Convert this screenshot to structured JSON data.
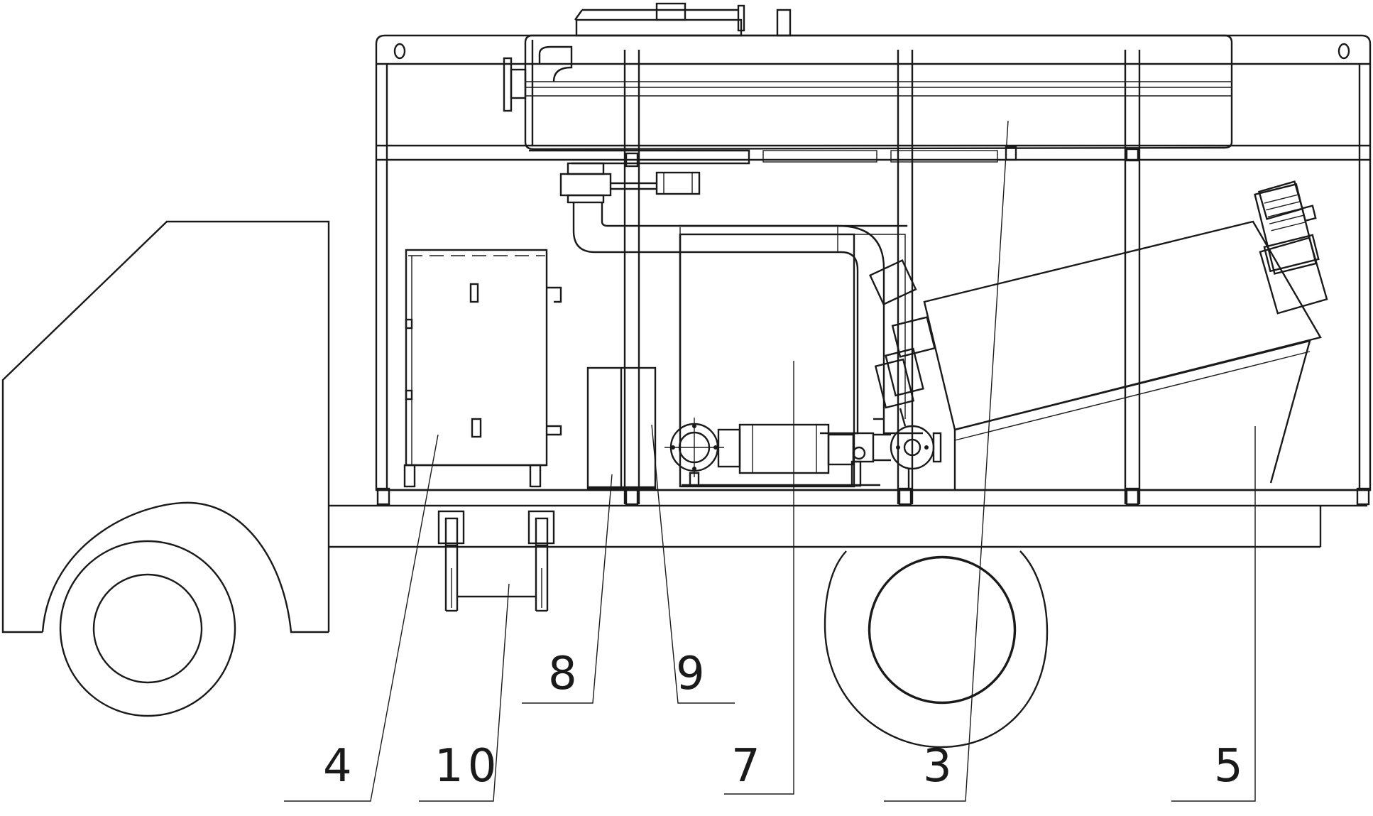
{
  "labels": {
    "l4": "4",
    "l10": "10",
    "l8": "8",
    "l9": "9",
    "l7": "7",
    "l3": "3",
    "l5": "5"
  }
}
